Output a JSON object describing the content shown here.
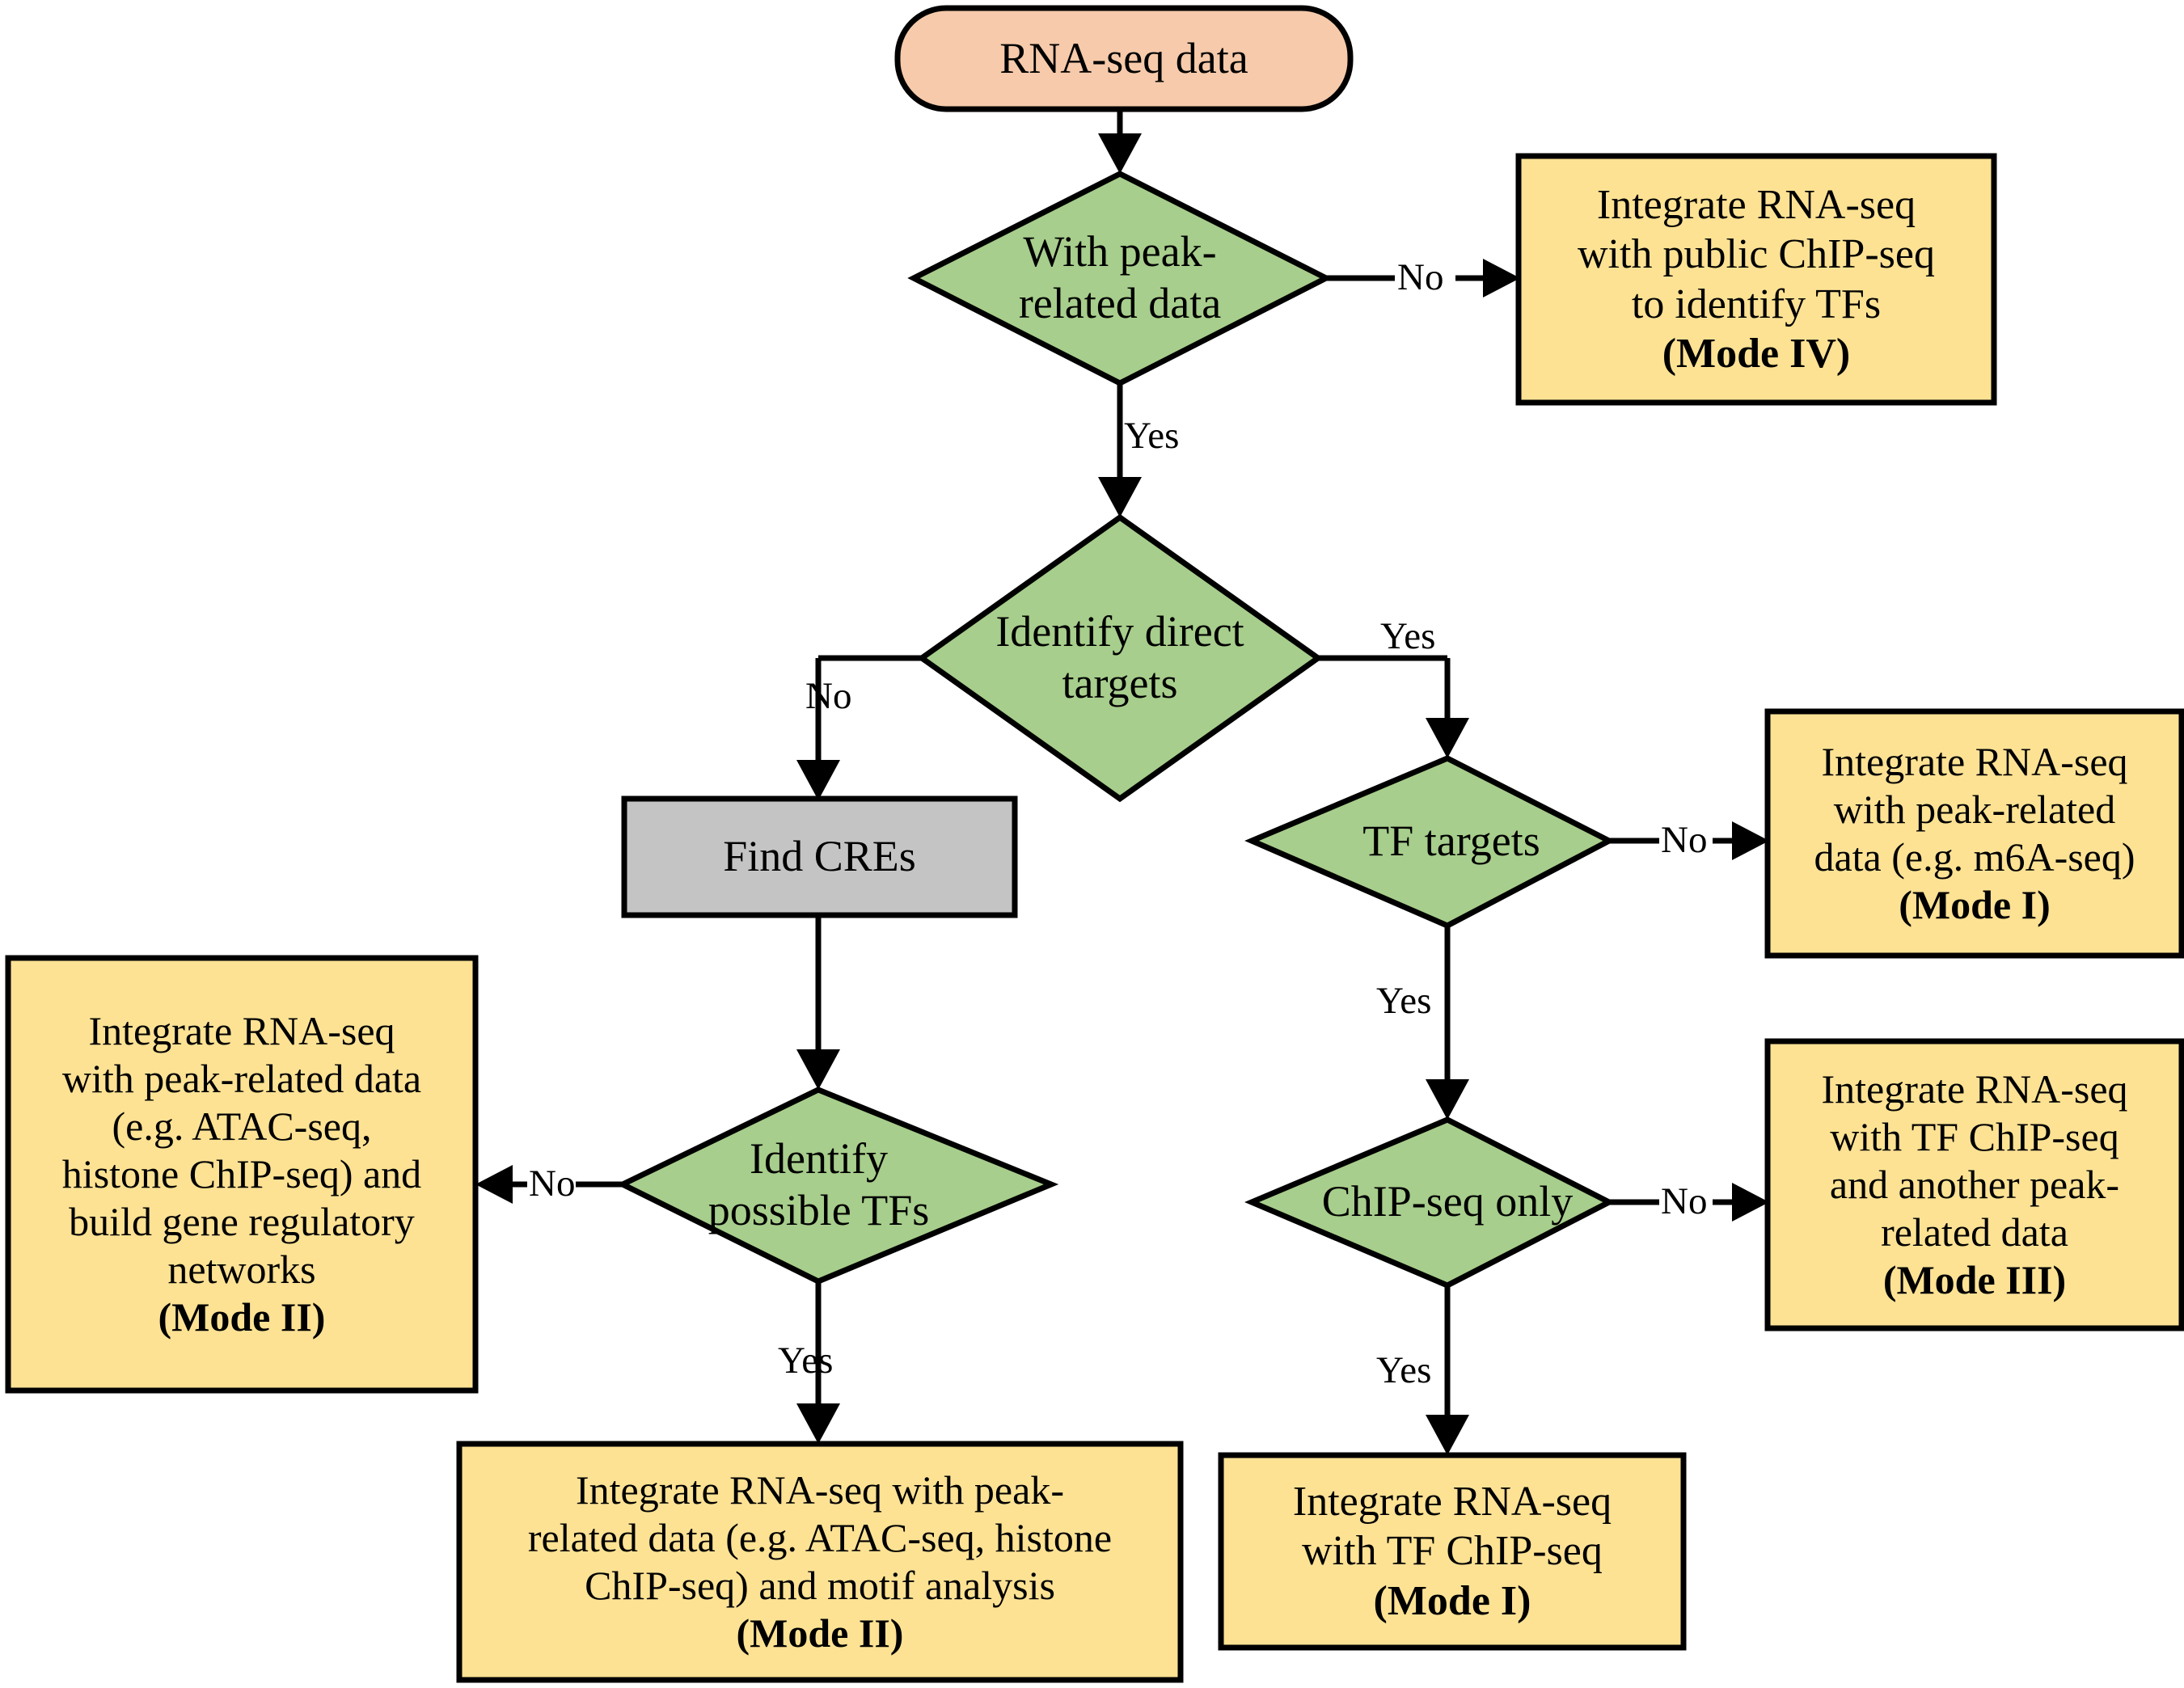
{
  "diagram": {
    "title": "RNA-seq data integration decision flowchart",
    "colors": {
      "start_fill": "#F6CAAA",
      "decision_fill": "#A7CE8C",
      "process_fill": "#C4C4C4",
      "outcome_fill": "#FDE294",
      "stroke": "#000000",
      "background": "#FFFFFF"
    },
    "nodes": {
      "start": {
        "type": "terminator",
        "text": "RNA-seq data"
      },
      "d_peak": {
        "type": "decision",
        "line1": "With peak-",
        "line2": "related data"
      },
      "mode4": {
        "type": "outcome",
        "line1": "Integrate RNA-seq",
        "line2": "with public ChIP-seq",
        "line3": "to identify TFs",
        "tag": "(Mode IV)"
      },
      "d_direct": {
        "type": "decision",
        "line1": "Identify direct",
        "line2": "targets"
      },
      "find_cres": {
        "type": "process",
        "text": "Find CREs"
      },
      "d_tf_targets": {
        "type": "decision",
        "line1": "TF targets"
      },
      "mode1_m6a": {
        "type": "outcome",
        "line1": "Integrate RNA-seq",
        "line2": "with peak-related",
        "line3": "data (e.g. m6A-seq)",
        "tag": "(Mode I)"
      },
      "d_possible_tfs": {
        "type": "decision",
        "line1": "Identify",
        "line2": "possible TFs"
      },
      "mode2_grn": {
        "type": "outcome",
        "line1": "Integrate RNA-seq",
        "line2": "with peak-related data",
        "line3": "(e.g. ATAC-seq,",
        "line4": "histone ChIP-seq) and",
        "line5": "build gene regulatory",
        "line6": "networks",
        "tag": "(Mode II)"
      },
      "d_chipseq_only": {
        "type": "decision",
        "line1": "ChIP-seq only"
      },
      "mode3": {
        "type": "outcome",
        "line1": "Integrate RNA-seq",
        "line2": "with TF ChIP-seq",
        "line3": "and another peak-",
        "line4": "related data",
        "tag": "(Mode III)"
      },
      "mode2_motif": {
        "type": "outcome",
        "line1": "Integrate RNA-seq with peak-",
        "line2": "related data (e.g. ATAC-seq, histone",
        "line3": "ChIP-seq) and motif analysis",
        "tag": "(Mode II)"
      },
      "mode1_tf": {
        "type": "outcome",
        "line1": "Integrate RNA-seq",
        "line2": "with TF ChIP-seq",
        "tag": "(Mode I)"
      }
    },
    "edges": {
      "start_to_peak": {
        "label": ""
      },
      "peak_no": {
        "label": "No"
      },
      "peak_yes": {
        "label": "Yes"
      },
      "direct_no": {
        "label": "No"
      },
      "direct_yes": {
        "label": "Yes"
      },
      "cres_to_tfs": {
        "label": ""
      },
      "tftargets_no": {
        "label": "No"
      },
      "tftargets_yes": {
        "label": "Yes"
      },
      "possibletfs_no": {
        "label": "No"
      },
      "possibletfs_yes": {
        "label": "Yes"
      },
      "chiponly_no": {
        "label": "No"
      },
      "chiponly_yes": {
        "label": "Yes"
      }
    }
  }
}
